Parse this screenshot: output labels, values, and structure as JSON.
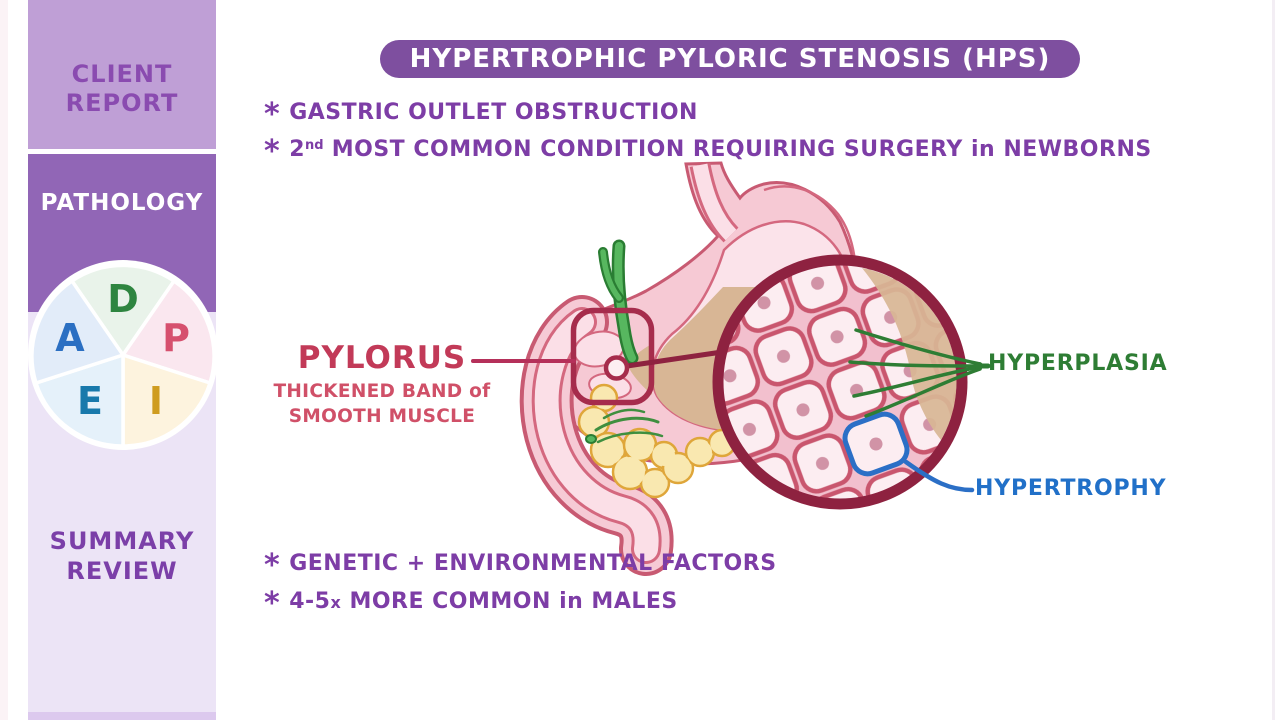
{
  "sidebar": {
    "client_report_label": "CLIENT REPORT",
    "pathology_label": "PATHOLOGY",
    "summary_review_label": "SUMMARY REVIEW",
    "wheel_letters": [
      {
        "char": "A",
        "color": "#2b6fc2"
      },
      {
        "char": "D",
        "color": "#2e8540"
      },
      {
        "char": "P",
        "color": "#d6506e"
      },
      {
        "char": "E",
        "color": "#1879ab"
      },
      {
        "char": "I",
        "color": "#cf9c1f"
      }
    ]
  },
  "header": {
    "title": "HYPERTROPHIC PYLORIC STENOSIS (HPS)"
  },
  "bullets_top": [
    {
      "marker": "*",
      "pre": "GASTRIC OUTLET OBSTRUCTION",
      "sup": "",
      "sub": "",
      "post": ""
    },
    {
      "marker": "*",
      "pre": "2",
      "sup": "nd",
      "sub": "",
      "post": " MOST COMMON CONDITION REQUIRING SURGERY in NEWBORNS"
    }
  ],
  "bullets_bottom": [
    {
      "marker": "*",
      "pre": "GENETIC + ENVIRONMENTAL FACTORS",
      "sup": "",
      "sub": "",
      "post": ""
    },
    {
      "marker": "*",
      "pre": "4-5",
      "sup": "",
      "sub": "x",
      "post": " MORE COMMON in MALES"
    }
  ],
  "diagram": {
    "pylorus": {
      "label": "PYLORUS",
      "sub_line1": "THICKENED BAND of",
      "sub_line2": "SMOOTH MUSCLE"
    },
    "hyperplasia_label": "HYPERPLASIA",
    "hypertrophy_label": "HYPERTROPHY"
  },
  "colors": {
    "sidebar_light_purple": "#bf9fd6",
    "sidebar_dark_purple": "#9166b6",
    "sidebar_pale_lavender": "#ece4f6",
    "title_pill_purple": "#7e4f9f",
    "bullet_text_purple": "#7d3da6",
    "pylorus_red": "#c23a58",
    "hyperplasia_green": "#2e7d34",
    "hypertrophy_blue": "#2170c8",
    "magnifier_maroon": "#a62c4c",
    "circle_border_maroon": "#8e2240",
    "cell_border_rose": "#c9566e",
    "chyme_tan": "#d8b695",
    "fat_yellow": "#f9e8b0",
    "fat_outline_orange": "#dfa63a",
    "vessel_green": "#57b75f"
  }
}
